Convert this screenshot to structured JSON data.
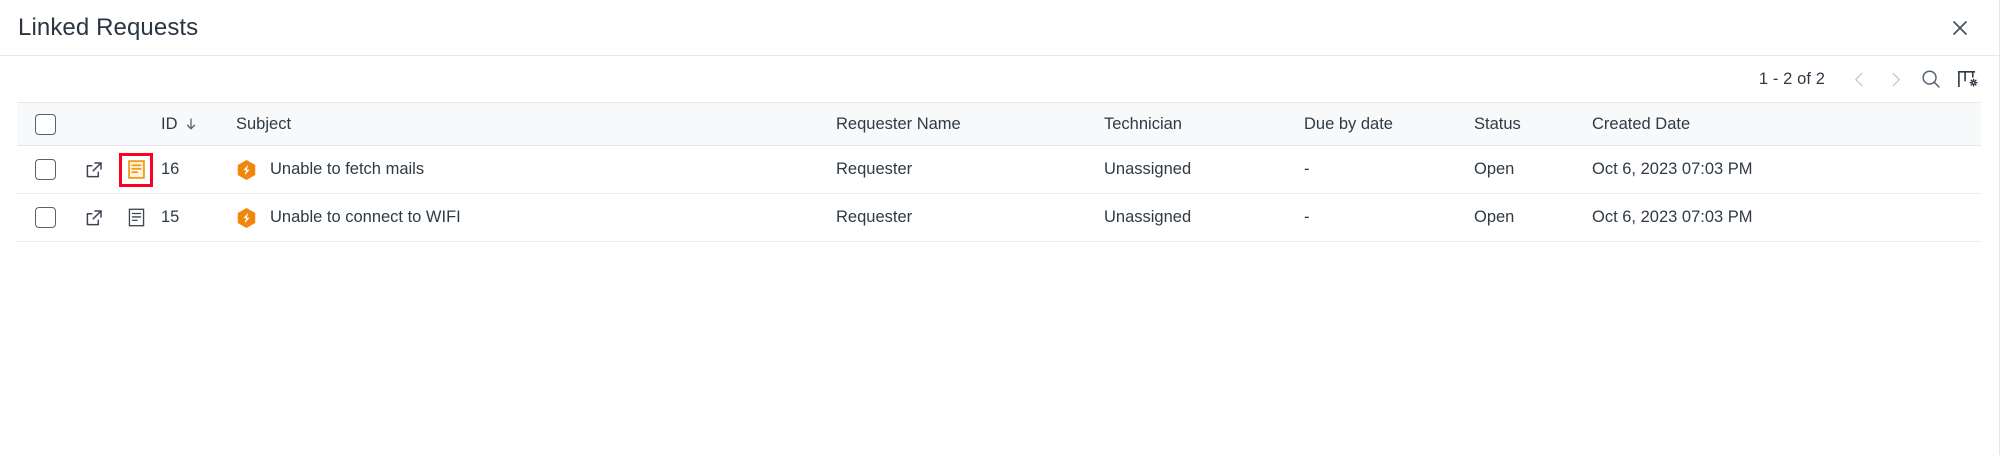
{
  "header": {
    "title": "Linked Requests",
    "close_icon": "close-icon"
  },
  "toolbar": {
    "page_count": "1 - 2 of 2",
    "prev_icon": "chevron-left-icon",
    "next_icon": "chevron-right-icon",
    "search_icon": "search-icon",
    "column_settings_icon": "column-settings-icon"
  },
  "table": {
    "columns": [
      {
        "key": "checkbox",
        "label": ""
      },
      {
        "key": "open",
        "label": ""
      },
      {
        "key": "note",
        "label": ""
      },
      {
        "key": "id",
        "label": "ID",
        "sort": "desc",
        "sort_glyph": "↓"
      },
      {
        "key": "subject",
        "label": "Subject"
      },
      {
        "key": "requester_name",
        "label": "Requester Name"
      },
      {
        "key": "technician",
        "label": "Technician"
      },
      {
        "key": "due_by_date",
        "label": "Due by date"
      },
      {
        "key": "status",
        "label": "Status"
      },
      {
        "key": "created_date",
        "label": "Created Date"
      }
    ],
    "rows": [
      {
        "id": "16",
        "subject": "Unable to fetch mails",
        "requester_name": "Requester",
        "technician": "Unassigned",
        "due_by_date": "-",
        "status": "Open",
        "created_date": "Oct 6, 2023 07:03 PM",
        "priority_icon": "priority-hexagon-icon",
        "open_icon": "open-in-new-icon",
        "note_icon": "request-notes-icon",
        "note_highlighted": true
      },
      {
        "id": "15",
        "subject": "Unable to connect to WIFI",
        "requester_name": "Requester",
        "technician": "Unassigned",
        "due_by_date": "-",
        "status": "Open",
        "created_date": "Oct 6, 2023 07:03 PM",
        "priority_icon": "priority-hexagon-icon",
        "open_icon": "open-in-new-icon",
        "note_icon": "request-notes-icon",
        "note_highlighted": false
      }
    ]
  },
  "colors": {
    "accent_orange": "#f2860d",
    "highlight_red": "#ff0022",
    "header_bg": "#f7f9fa",
    "border": "#e6e9ec",
    "text": "#2f3a45",
    "disabled_icon": "#c6ccd2"
  }
}
